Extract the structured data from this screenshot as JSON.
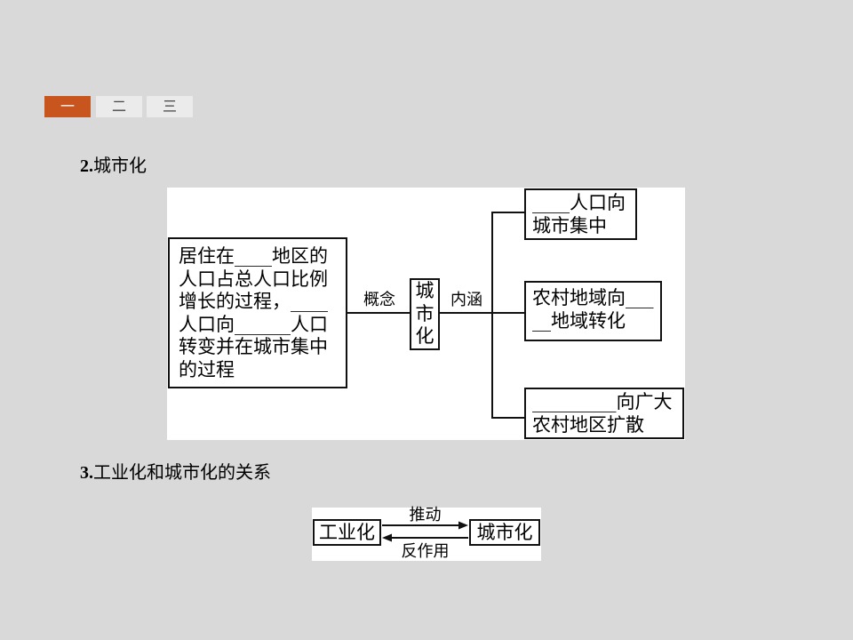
{
  "slide": {
    "background": "#d9d9d9"
  },
  "tabs": {
    "active_color": "#c8541e",
    "inactive_color": "#ebebeb",
    "active_text_color": "#ffffff",
    "inactive_text_color": "#444444",
    "items": [
      {
        "label": "一",
        "active": true
      },
      {
        "label": "二",
        "active": false
      },
      {
        "label": "三",
        "active": false
      }
    ]
  },
  "section2": {
    "number": "2.",
    "title": "城市化",
    "diagram": {
      "concept_lines": [
        "居住在____地区的",
        "人口占总人口比例",
        "增长的过程，____",
        "人口向______人口",
        "转变并在城市集中",
        "的过程"
      ],
      "concept_label": "概念",
      "center_chars": [
        "城",
        "市",
        "化"
      ],
      "connotation_label": "内涵",
      "branches": [
        {
          "lines": [
            "____人口向",
            "城市集中"
          ]
        },
        {
          "lines": [
            "农村地域向___",
            "__地域转化"
          ]
        },
        {
          "lines": [
            "_________向广大",
            "农村地区扩散"
          ]
        }
      ]
    }
  },
  "section3": {
    "number": "3.",
    "title": "工业化和城市化的关系",
    "diagram": {
      "left_box": "工业化",
      "right_box": "城市化",
      "forward_label": "推动",
      "backward_label": "反作用"
    }
  }
}
